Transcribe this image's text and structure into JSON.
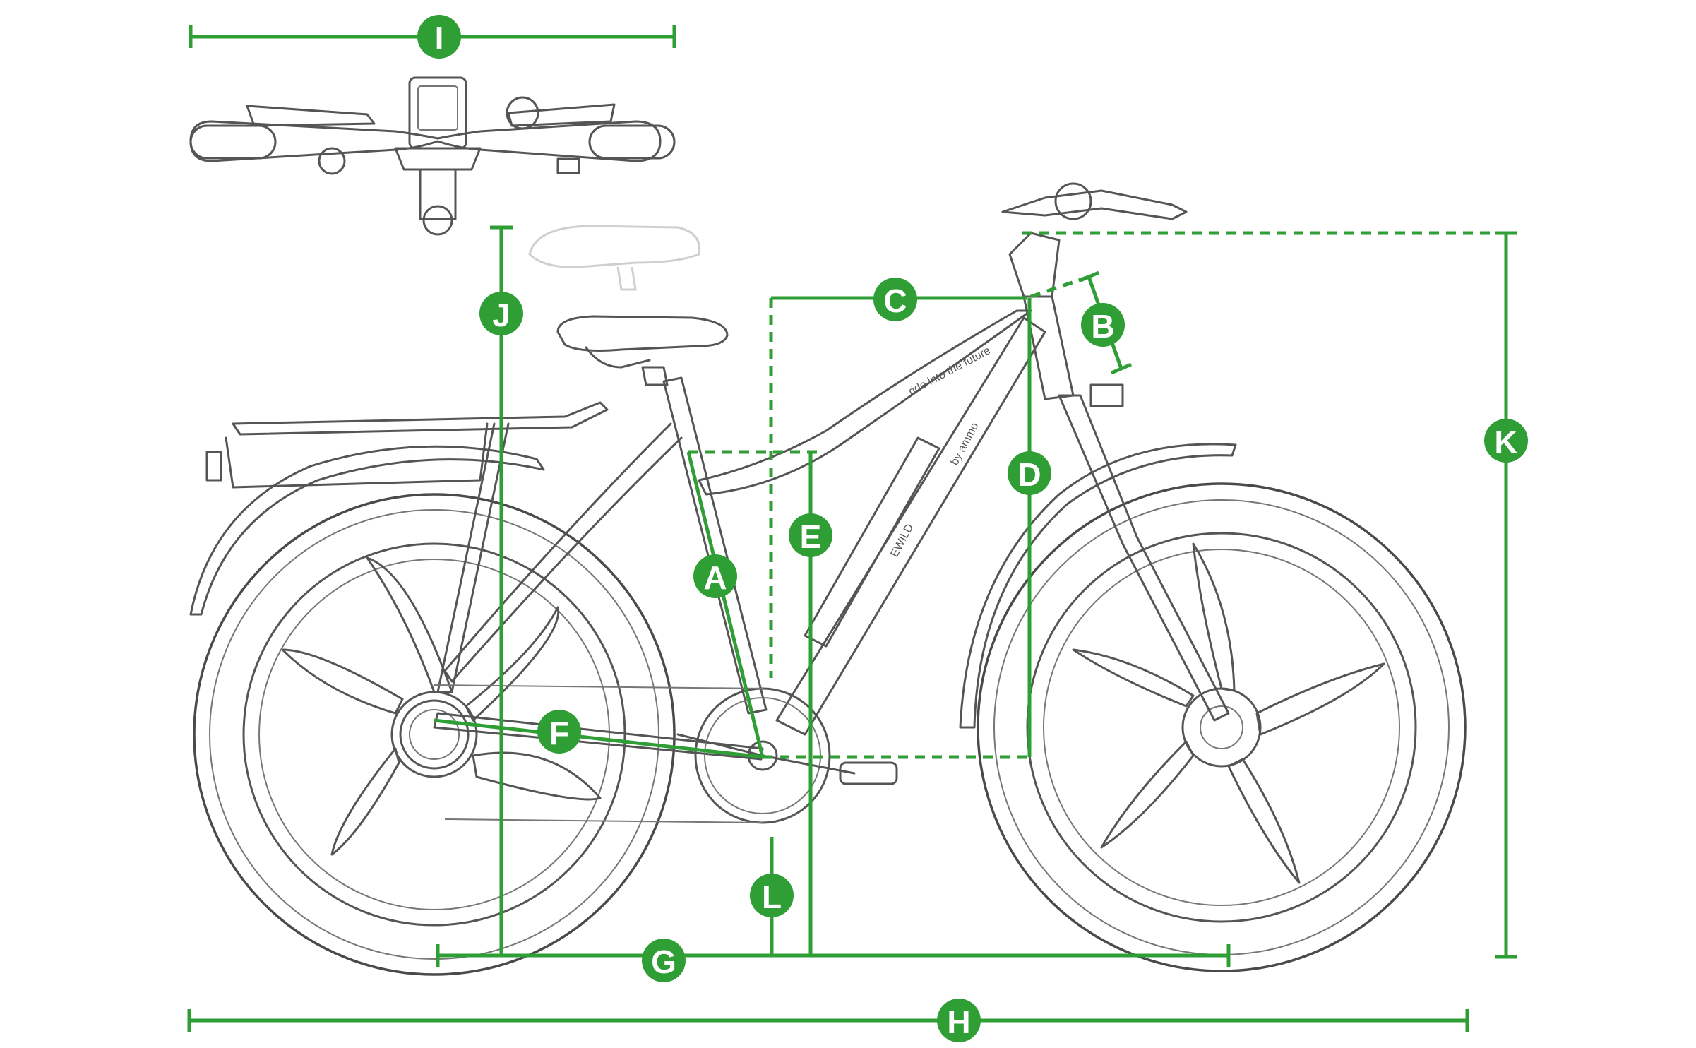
{
  "labels": {
    "A": "A",
    "B": "B",
    "C": "C",
    "D": "D",
    "E": "E",
    "F": "F",
    "G": "G",
    "H": "H",
    "I": "I",
    "J": "J",
    "K": "K",
    "L": "L"
  },
  "frame_branding": {
    "model": "EWILD",
    "by_brand": "by ammo",
    "tagline": "ride into the future"
  },
  "colors": {
    "dimension_green": "#2f9e35",
    "sketch_gray": "#555555",
    "background": "#ffffff"
  }
}
